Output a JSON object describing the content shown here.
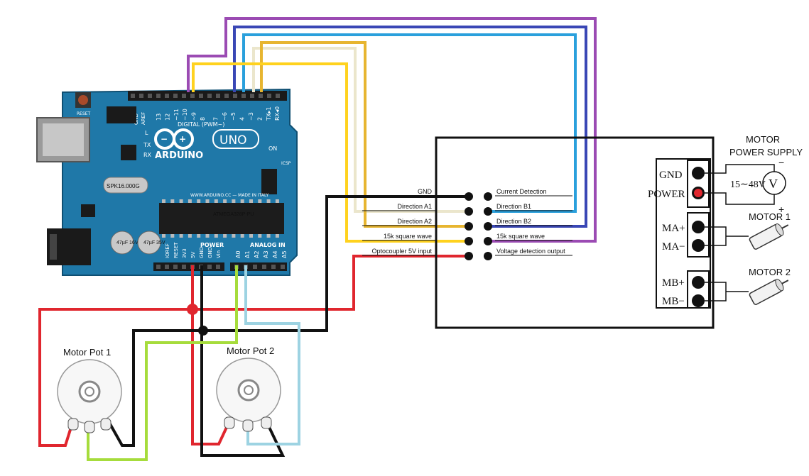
{
  "arduino": {
    "brand": "ARDUINO",
    "model": "UNO",
    "reset_label": "RESET",
    "digital_label": "DIGITAL (PWM~)",
    "aref": "AREF",
    "gnd": "GND",
    "digital_pins": [
      "13",
      "12",
      "~11",
      "~10",
      "~9",
      "8",
      "7",
      "~6",
      "~5",
      "4",
      "~3",
      "2",
      "TX▸1",
      "RX◂0"
    ],
    "tx": "TX",
    "rx": "RX",
    "on": "ON",
    "icsp": "ICSP",
    "l": "L",
    "crystal": "SPK16.000G",
    "chip": "ATMEGA328P-PU",
    "website": "WWW.ARDUINO.CC — MADE IN ITALY",
    "power_label": "POWER",
    "analog_label": "ANALOG IN",
    "power_pins": [
      "IOREF",
      "RESET",
      "3V3",
      "5V",
      "GND",
      "GND",
      "Vin"
    ],
    "analog_pins": [
      "A0",
      "A1",
      "A2",
      "A3",
      "A4",
      "A5"
    ],
    "cap1": "47µF 16V",
    "cap2": "47µF 35V"
  },
  "driver": {
    "left_pins": [
      "GND",
      "Direction A1",
      "Direction A2",
      "15k square wave",
      "Optocoupler 5V input"
    ],
    "right_pins": [
      "Current Detection",
      "Direction B1",
      "Direction B2",
      "15k square wave",
      "Voltage detection output"
    ],
    "terminals": [
      "GND",
      "POWER",
      "MA+",
      "MA−",
      "MB+",
      "MB−"
    ]
  },
  "supply": {
    "title_line1": "MOTOR",
    "title_line2": "POWER SUPPLY",
    "voltage": "15∼48V",
    "meter": "V",
    "minus": "−",
    "plus": "+"
  },
  "motors": [
    "MOTOR 1",
    "MOTOR 2"
  ],
  "pots": [
    "Motor Pot 1",
    "Motor Pot 2"
  ],
  "colors": {
    "board": "#1f78a8",
    "red": "#e0262e",
    "black": "#111111",
    "purple": "#9b4bb3",
    "navy": "#3a47b5",
    "sky": "#2aa0dc",
    "cream": "#ebe6cc",
    "yellow": "#ffd21e",
    "gold": "#e7b530",
    "lime": "#a6dc3c",
    "lightblue": "#9dd3e2"
  }
}
